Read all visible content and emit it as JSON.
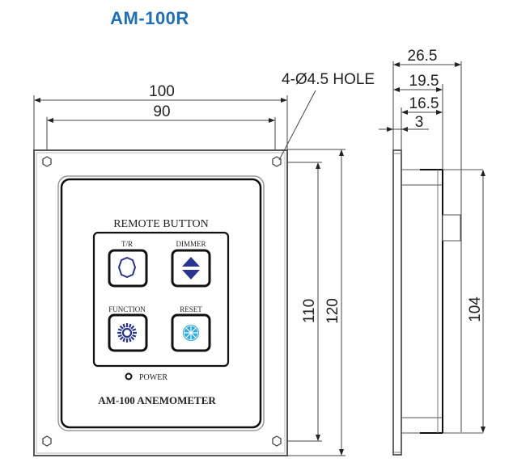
{
  "title": "AM-100R",
  "front_view": {
    "width_overall": "100",
    "width_hole_spacing": "90",
    "height_hole_spacing": "110",
    "height_overall": "120",
    "hole_callout": "4-Ø4.5 HOLE",
    "panel": {
      "heading": "REMOTE BUTTON",
      "buttons": [
        {
          "label": "T/R",
          "icon": "circle-icon",
          "color": "#2a3590"
        },
        {
          "label": "DIMMER",
          "icon": "up-down-triangle-icon",
          "color": "#2a3590"
        },
        {
          "label": "FUNCTION",
          "icon": "sun-icon",
          "color": "#2a3590"
        },
        {
          "label": "RESET",
          "icon": "wheel-icon",
          "color": "#2aa7dd"
        }
      ],
      "power_label": "POWER",
      "model_label": "AM-100  ANEMOMETER"
    }
  },
  "side_view": {
    "depth_overall": "26.5",
    "depth_19": "19.5",
    "depth_16": "16.5",
    "flange_thickness": "3",
    "body_height": "104"
  },
  "colors": {
    "title": "#1f6fb8",
    "line": "#333333"
  }
}
